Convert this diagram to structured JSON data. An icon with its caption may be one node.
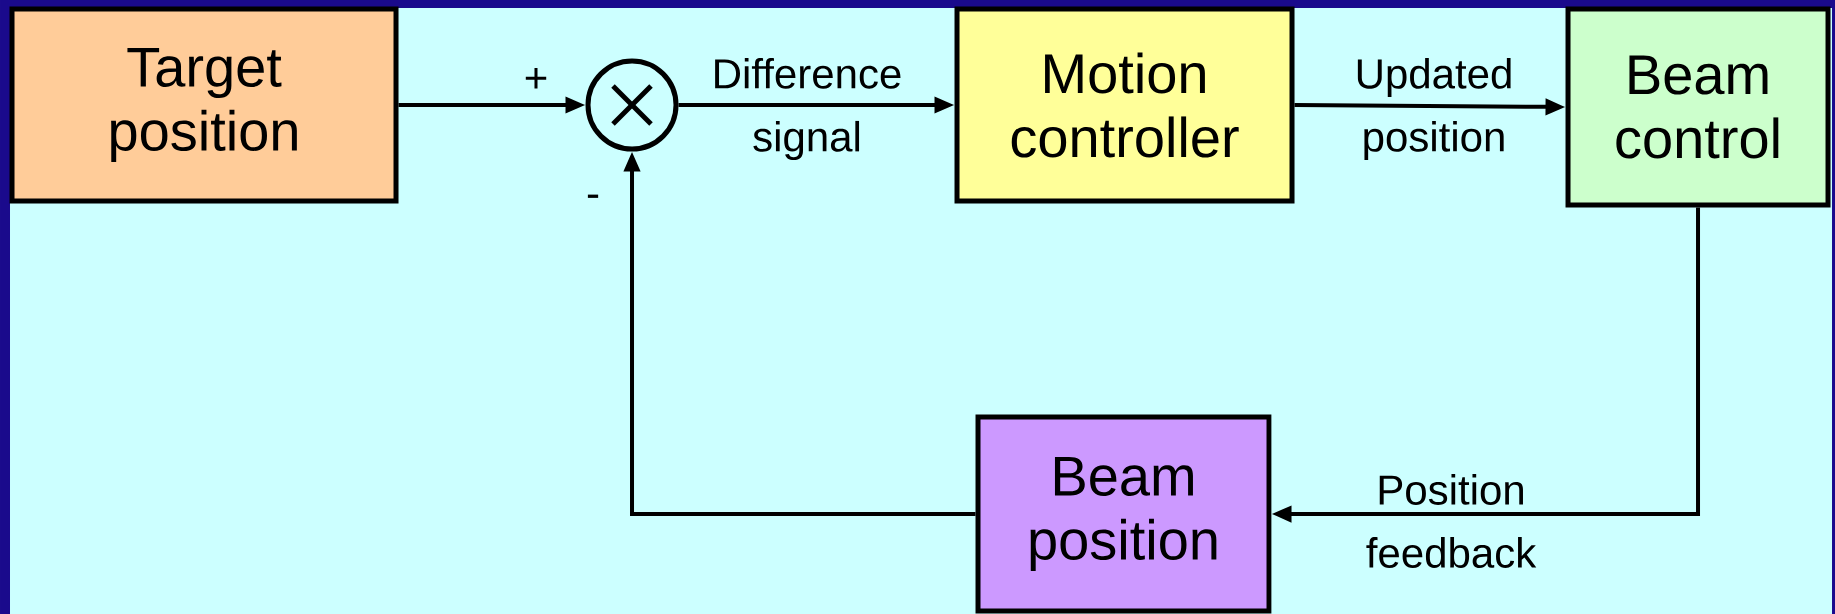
{
  "diagram": {
    "nodes": [
      {
        "text": [
          "Target position"
        ]
      },
      {
        "text": [],
        "shape": "circle"
      },
      {
        "text": [
          "Motion controller"
        ]
      },
      {
        "text": [
          "Beam control"
        ]
      },
      {
        "text": [
          "Beam position"
        ]
      }
    ],
    "edges": [
      {
        "from": 0,
        "to": 1,
        "arrow": "to"
      },
      {
        "from": 1,
        "to": 2,
        "arrow": "to",
        "label": "Difference signal"
      },
      {
        "from": 2,
        "to": 3,
        "arrow": "to",
        "label": "Updated position"
      },
      {
        "from": 3,
        "to": 4,
        "arrow": "to",
        "label": "Position feedback"
      },
      {
        "from": 4,
        "to": 1,
        "arrow": "to"
      }
    ],
    "labels": [
      "+",
      "-"
    ]
  }
}
